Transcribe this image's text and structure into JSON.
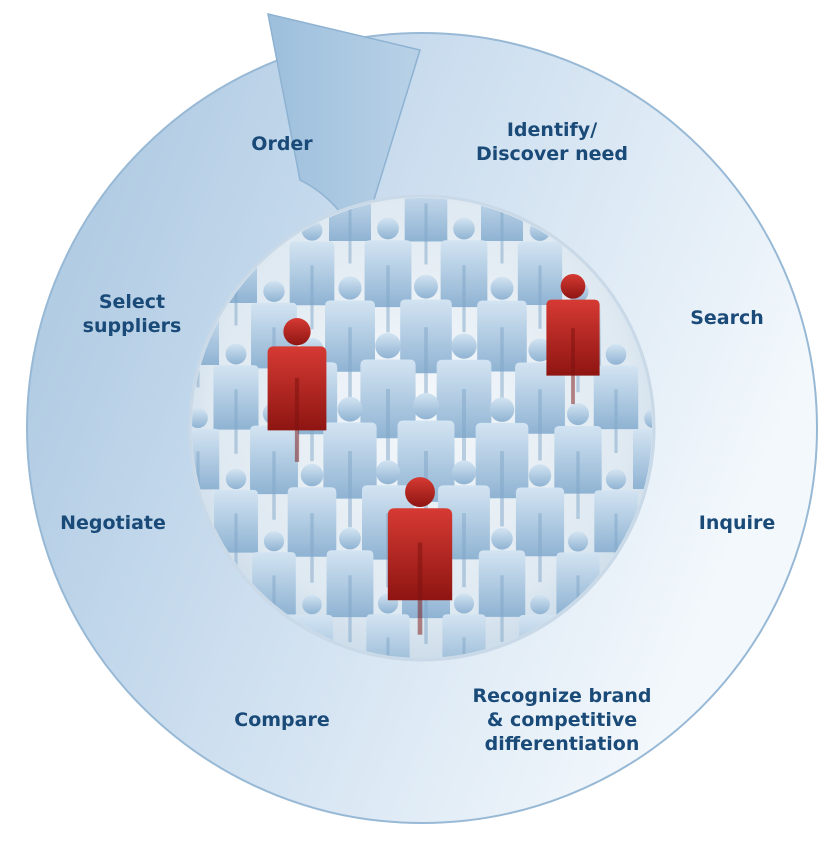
{
  "cycle": {
    "steps": [
      {
        "id": "identify",
        "lines": [
          "Identify/",
          "Discover need"
        ]
      },
      {
        "id": "search",
        "lines": [
          "Search"
        ]
      },
      {
        "id": "inquire",
        "lines": [
          "Inquire"
        ]
      },
      {
        "id": "recognize",
        "lines": [
          "Recognize brand",
          "& competitive",
          "differentiation"
        ]
      },
      {
        "id": "compare",
        "lines": [
          "Compare"
        ]
      },
      {
        "id": "negotiate",
        "lines": [
          "Negotiate"
        ]
      },
      {
        "id": "select",
        "lines": [
          "Select",
          "suppliers"
        ]
      },
      {
        "id": "order",
        "lines": [
          "Order"
        ]
      }
    ],
    "colors": {
      "ring_dark": "#a8c6e0",
      "ring_light": "#eef5fb",
      "text": "#1a4a78",
      "figure": "#b9d3e8",
      "figure_highlight": "#c0201e"
    },
    "center_image": "crowd-of-people-sphere-with-three-highlighted-red-figures"
  }
}
